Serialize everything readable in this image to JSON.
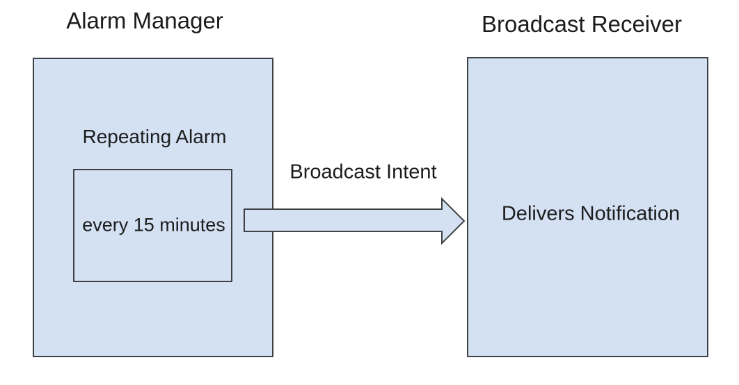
{
  "diagram": {
    "left": {
      "title": "Alarm Manager",
      "box_label": "Repeating Alarm",
      "inner_label": "every 15 minutes"
    },
    "right": {
      "title": "Broadcast Receiver",
      "box_label": "Delivers Notification"
    },
    "arrow": {
      "label": "Broadcast Intent",
      "direction": "right"
    },
    "colors": {
      "box_fill": "#d3e1f3",
      "box_border": "#3d4145",
      "text": "#1c1c1c",
      "background": "#ffffff"
    }
  }
}
